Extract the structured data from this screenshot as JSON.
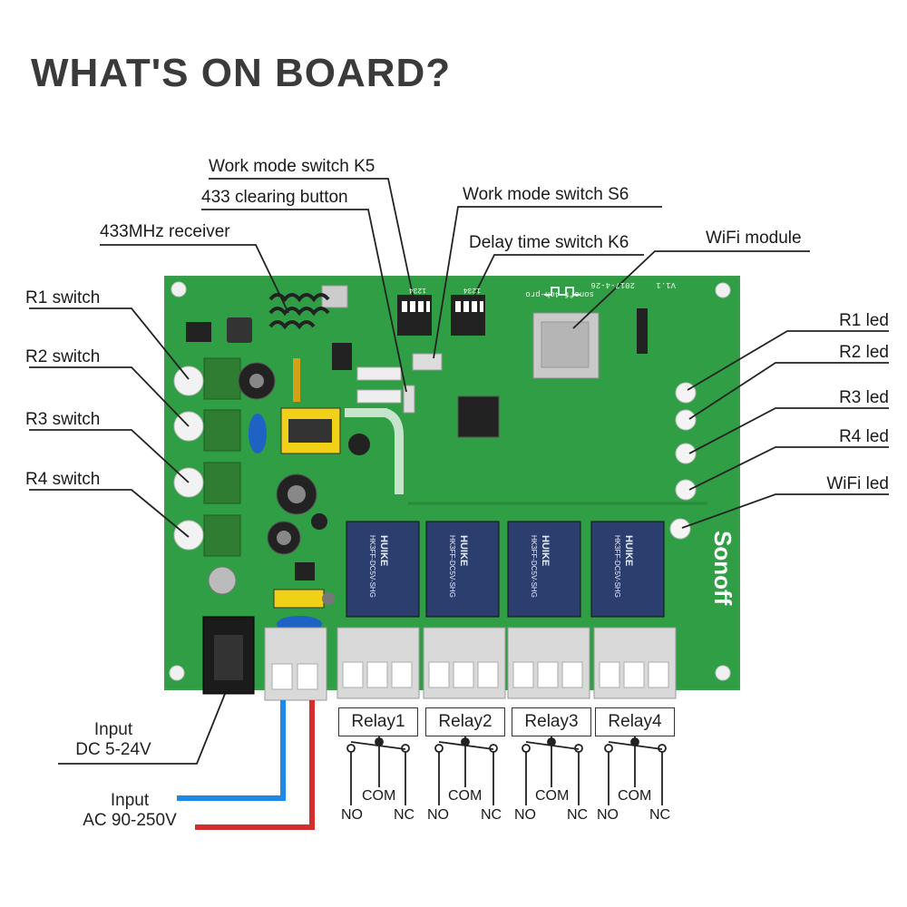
{
  "title": "WHAT'S ON BOARD?",
  "labels": {
    "work_mode_k5": "Work mode switch K5",
    "clearing_button": "433 clearing button",
    "receiver": "433MHz receiver",
    "work_mode_s6": "Work mode switch S6",
    "delay_k6": "Delay time switch K6",
    "wifi_module": "WiFi module",
    "r1_switch": "R1 switch",
    "r2_switch": "R2 switch",
    "r3_switch": "R3 switch",
    "r4_switch": "R4 switch",
    "r1_led": "R1 led",
    "r2_led": "R2 led",
    "r3_led": "R3 led",
    "r4_led": "R4 led",
    "wifi_led": "WiFi led"
  },
  "inputs": {
    "dc_line1": "Input",
    "dc_line2": "DC 5-24V",
    "ac_line1": "Input",
    "ac_line2": "AC 90-250V"
  },
  "relays": [
    {
      "name": "Relay1",
      "no": "NO",
      "com": "COM",
      "nc": "NC"
    },
    {
      "name": "Relay2",
      "no": "NO",
      "com": "COM",
      "nc": "NC"
    },
    {
      "name": "Relay3",
      "no": "NO",
      "com": "COM",
      "nc": "NC"
    },
    {
      "name": "Relay4",
      "no": "NO",
      "com": "COM",
      "nc": "NC"
    }
  ],
  "relay_markings": {
    "brand": "HUIKE",
    "model": "HK3FF-DC5V-SHG"
  },
  "board_text": {
    "logo": "Sonoff",
    "version": "V1.1",
    "date": "2017-4-26",
    "board_name": "sonoff-4ch-pro",
    "dip_numbers": "1234"
  },
  "colors": {
    "pcb": "#2f9e44",
    "pcb_dark": "#1f7a32",
    "relay_blue": "#2c3e6e",
    "terminal": "#d9d9d9",
    "wire_blue": "#1e88e5",
    "wire_red": "#d32f2f"
  }
}
